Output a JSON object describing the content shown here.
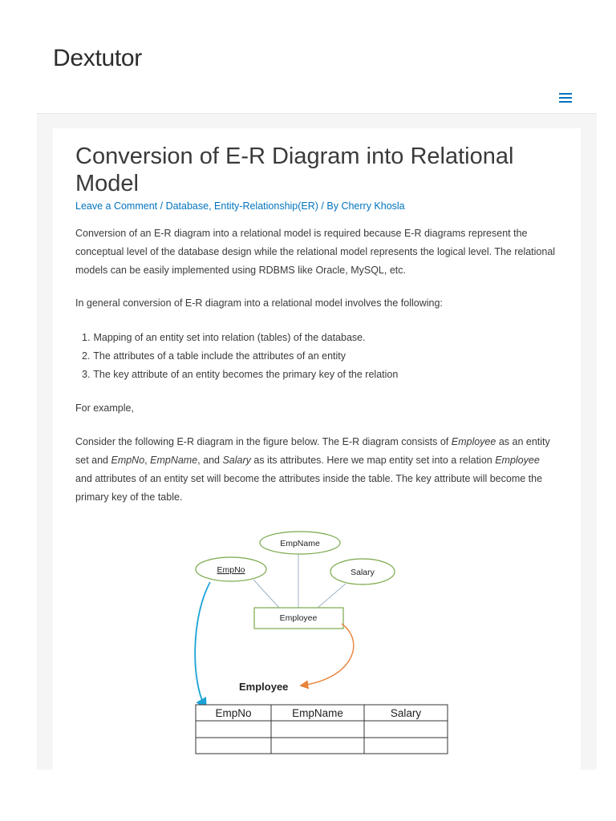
{
  "header": {
    "site_title": "Dextutor",
    "menu_icon": "hamburger-menu-icon"
  },
  "article": {
    "title": "Conversion of E-R Diagram into Relational Model",
    "meta": {
      "comment_link": "Leave a Comment",
      "sep1": " / ",
      "category_1": "Database",
      "comma": ", ",
      "category_2": "Entity-Relationship(ER)",
      "by_text": " / By ",
      "author": "Cherry Khosla"
    },
    "intro": "Conversion of an E-R diagram into a relational model is required because E-R diagrams represent the conceptual level of the database design while the relational model represents the logical level. The relational models can be easily implemented using RDBMS like Oracle, MySQL, etc.",
    "general": "In general conversion of E-R diagram into a relational model involves the following:",
    "steps": [
      {
        "num": "1.",
        "text": "Mapping of an entity set into relation (tables) of the database."
      },
      {
        "num": "2.",
        "text": "The attributes of a table include the attributes of an entity"
      },
      {
        "num": "3.",
        "text": "The key attribute of an entity becomes the primary key of the relation"
      }
    ],
    "for_example": "For example,",
    "consider": {
      "p1": "Consider the following E-R diagram in the figure below. The E-R diagram consists of ",
      "employee_1": "Employee",
      "p2": " as an entity set and ",
      "empno": "EmpNo",
      "comma1": ", ",
      "empname": "EmpName",
      "p3": ", and ",
      "salary": "Salary",
      "p4": " as its attributes. Here we map entity set into a relation ",
      "employee_2": "Employee",
      "p5": " and attributes of an entity set will become the attributes inside the table. The key attribute will become the primary key of the table."
    }
  },
  "diagram": {
    "attributes": [
      "EmpName",
      "EmpNo",
      "Salary"
    ],
    "entity": "Employee",
    "table_title": "Employee",
    "table_headers": [
      "EmpNo",
      "EmpName",
      "Salary"
    ],
    "colors": {
      "attribute_stroke": "#7aa84a",
      "entity_stroke": "#7aa84a",
      "connector": "#9db3c8",
      "arrow_blue": "#1aa3d6",
      "arrow_orange": "#e8833a"
    }
  }
}
